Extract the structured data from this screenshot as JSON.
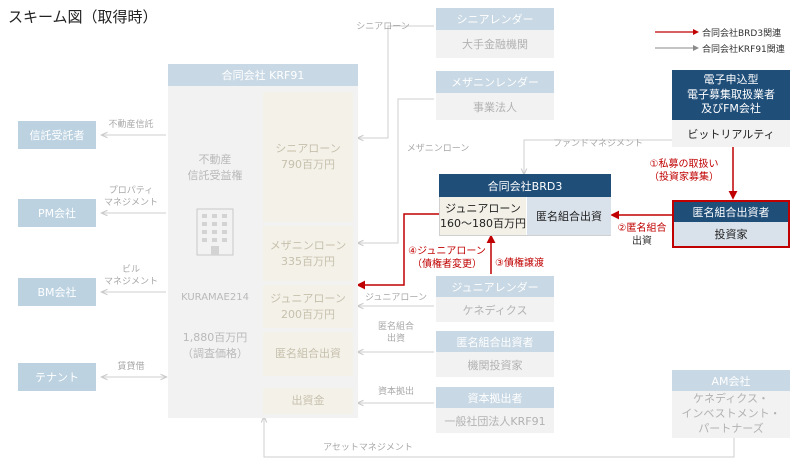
{
  "title": "スキーム図（取得時）",
  "legend": {
    "brd3": "合同会社BRD3関連",
    "krf91": "合同会社KRF91関連"
  },
  "left_boxes": [
    "信託受託者",
    "PM会社",
    "BM会社",
    "テナント"
  ],
  "left_labels": [
    [
      "不動産信託"
    ],
    [
      "プロパティ",
      "マネジメント"
    ],
    [
      "ビル",
      "マネジメント"
    ],
    [
      "賃貸借"
    ]
  ],
  "krf91": {
    "title": "合同会社 KRF91",
    "asset_lines": [
      "不動産",
      "信託受益権"
    ],
    "property_name": "KURAMAE214",
    "price_lines": [
      "1,880百万円",
      "（調査価格）"
    ],
    "senior_loan": [
      "シニアローン",
      "790百万円"
    ],
    "mezz_loan": [
      "メザニンローン",
      "335百万円"
    ],
    "junior_loan": [
      "ジュニアローン",
      "200百万円"
    ],
    "tk_investment": "匿名組合出資",
    "capital": "出資金"
  },
  "lenders": {
    "senior": {
      "head": "シニアレンダー",
      "body": "大手金融機関"
    },
    "mezz": {
      "head": "メザニンレンダー",
      "body": "事業法人"
    },
    "junior": {
      "head": "ジュニアレンダー",
      "body": "ケネディクス"
    },
    "tk_investor": {
      "head": "匿名組合出資者",
      "body": "機関投資家"
    },
    "capital_provider": {
      "head": "資本拠出者",
      "body": "一般社団法人KRF91"
    }
  },
  "flow_labels": {
    "senior_loan": "シニアローン",
    "mezz_loan": "メザニンローン",
    "junior_loan": "ジュニアローン",
    "tk": [
      "匿名組合",
      "出資"
    ],
    "capital": "資本拠出",
    "fund_mgmt": "ファンドマネジメント",
    "asset_mgmt": "アセットマネジメント"
  },
  "brd3": {
    "title": "合同会社BRD3",
    "junior_loan": [
      "ジュニアローン",
      "160〜180百万円"
    ],
    "tk_investment": "匿名組合出資"
  },
  "ept": {
    "title_lines": [
      "電子申込型",
      "電子募集取扱業者",
      "及びFM会社"
    ],
    "body": "ビットリアルティ"
  },
  "investor": {
    "head": "匿名組合出資者",
    "body": "投資家"
  },
  "red_labels": {
    "private_offering": [
      "①私募の取扱い",
      "（投資家募集）"
    ],
    "tk_investment": [
      "②匿名組合",
      "出資"
    ],
    "claim_transfer": "③債権譲渡",
    "junior_loan_change": [
      "④ジュニアローン",
      "（債権者変更）"
    ]
  },
  "am": {
    "head": "AM会社",
    "body_lines": [
      "ケネディクス・",
      "インベストメント・",
      "パートナーズ"
    ]
  },
  "colors": {
    "brd3_navy": "#1f4e79",
    "red": "#c00000",
    "faded_blue": "#c8d8e4",
    "tan": "#f4f1e9",
    "light_arrow": "#cfcfcf"
  }
}
